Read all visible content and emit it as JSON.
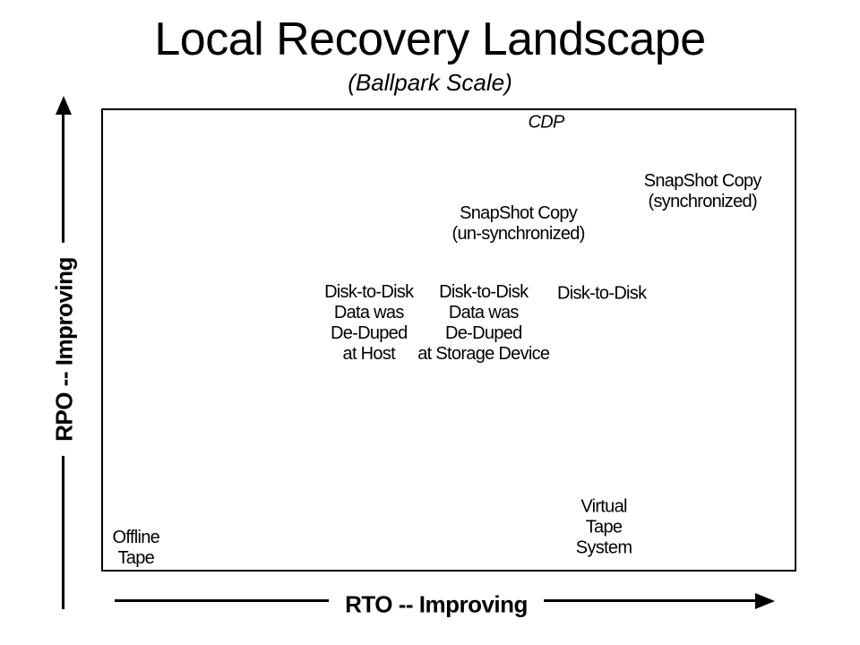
{
  "chart_data": {
    "type": "scatter",
    "title": "Local Recovery Landscape",
    "subtitle": "(Ballpark Scale)",
    "xlabel": "RTO -- Improving",
    "ylabel": "RPO -- Improving",
    "xlim": [
      0,
      100
    ],
    "ylim": [
      0,
      100
    ],
    "axis_style": "qualitative ballpark scale; arrow axes, no ticks, no gridlines, no markers (text labels only)",
    "legend": "none",
    "colors": {
      "text": "#000000",
      "background": "#ffffff",
      "frame": "#000000"
    },
    "points": [
      {
        "name": "cdp",
        "label": "CDP",
        "x": 64,
        "y": 97,
        "italic": true
      },
      {
        "name": "snapshot-copy-synchronized",
        "label": "SnapShot Copy\n(synchronized)",
        "x": 86.5,
        "y": 82
      },
      {
        "name": "snapshot-copy-unsynchronized",
        "label": "SnapShot Copy\n(un-synchronized)",
        "x": 60,
        "y": 75
      },
      {
        "name": "disk-to-disk-deduped-at-host",
        "label": "Disk-to-Disk\nData was\nDe-Duped\nat Host",
        "x": 38.5,
        "y": 53.5
      },
      {
        "name": "disk-to-disk-deduped-at-storage-device",
        "label": "Disk-to-Disk\nData was\nDe-Duped\nat Storage Device",
        "x": 55,
        "y": 53.5
      },
      {
        "name": "disk-to-disk",
        "label": "Disk-to-Disk",
        "x": 72,
        "y": 60
      },
      {
        "name": "virtual-tape-system",
        "label": "Virtual\nTape\nSystem",
        "x": 72.3,
        "y": 9.5
      },
      {
        "name": "offline-tape",
        "label": "Offline\nTape",
        "x": 5,
        "y": 5
      }
    ]
  }
}
